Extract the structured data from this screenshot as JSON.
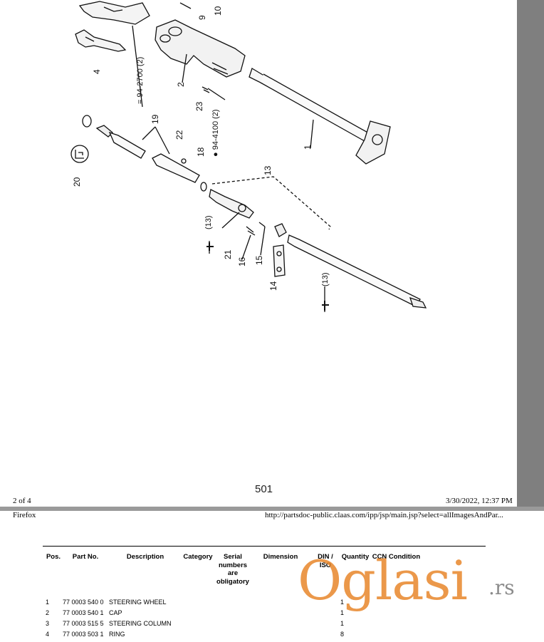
{
  "diagram": {
    "page_number": "501",
    "callouts": [
      "1",
      "2",
      "4",
      "9",
      "10",
      "13",
      "14",
      "15",
      "16",
      "18",
      "19",
      "20",
      "21",
      "22",
      "23"
    ],
    "references": [
      "= 94-2700 (2)",
      "● 94-4100 (2)",
      "(13)",
      "(13)"
    ]
  },
  "print_footer": {
    "page_of": "2 of 4",
    "datetime": "3/30/2022, 12:37 PM"
  },
  "print_header": {
    "browser": "Firefox",
    "url": "http://partsdoc-public.claas.com/ipp/jsp/main.jsp?select=allImagesAndPar..."
  },
  "table": {
    "headers": {
      "pos": "Pos.",
      "part_no": "Part No.",
      "description": "Description",
      "category": "Category",
      "serial_line1": "Serial",
      "serial_line2": "numbers",
      "serial_line3": "are",
      "serial_line4": "obligatory",
      "dimension": "Dimension",
      "din_line1": "DIN /",
      "din_line2": "ISO",
      "quantity": "Quantity",
      "ccn": "CCN",
      "condition": "Condition"
    },
    "rows": [
      {
        "pos": "1",
        "part_no": "77 0003 540 0",
        "description": "STEERING WHEEL",
        "quantity": "1"
      },
      {
        "pos": "2",
        "part_no": "77 0003 540 1",
        "description": "CAP",
        "quantity": "1"
      },
      {
        "pos": "3",
        "part_no": "77 0003 515 5",
        "description": "STEERING COLUMN",
        "quantity": "1"
      },
      {
        "pos": "4",
        "part_no": "77 0003 503 1",
        "description": "RING",
        "quantity": "8"
      }
    ]
  },
  "watermark": {
    "brand": "Oglasi",
    "suffix": ".rs"
  },
  "colors": {
    "gutter": "#7f7f7f",
    "separator": "#9a9a9a",
    "watermark": "#e8872b"
  }
}
